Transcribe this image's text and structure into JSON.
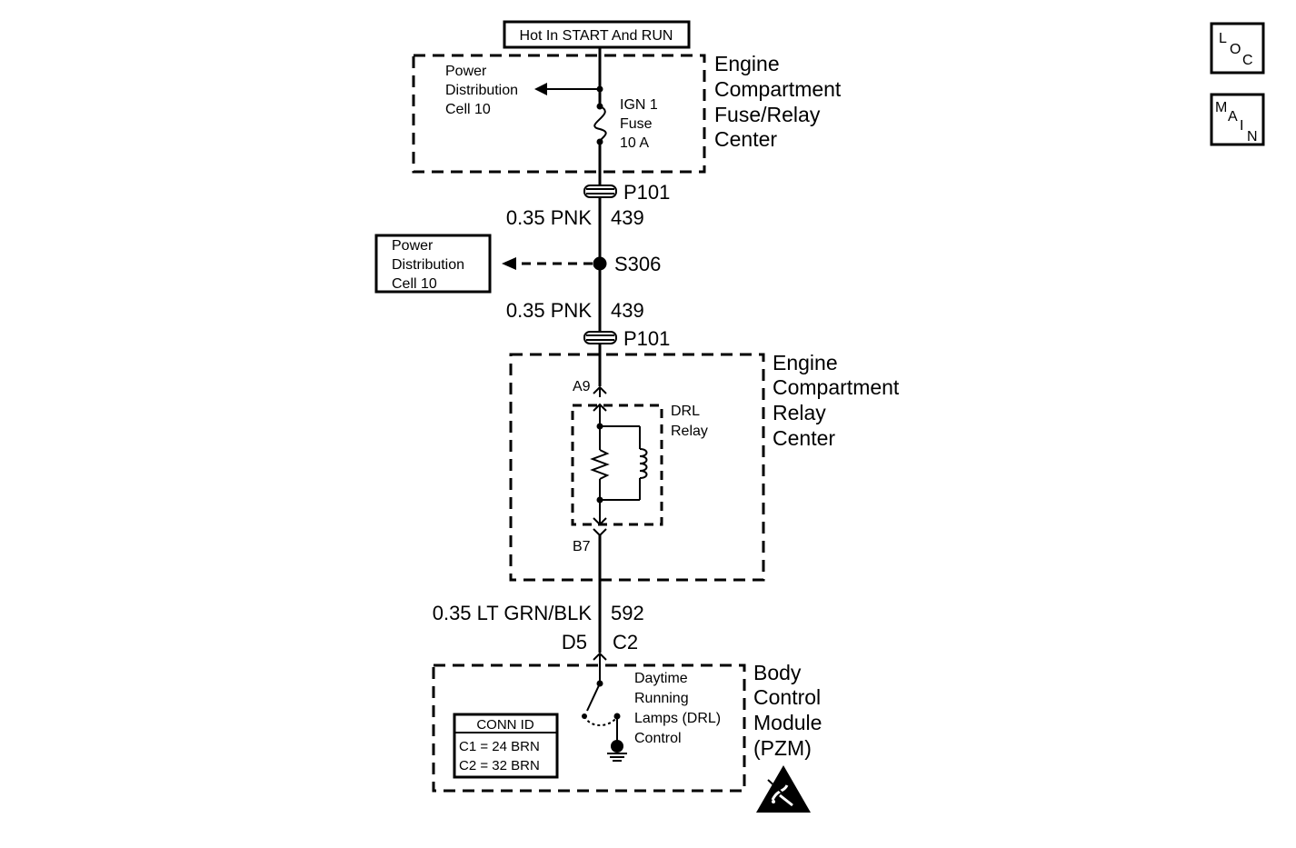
{
  "power_source": "Hot In START And RUN",
  "fuse_relay_center": {
    "title_lines": [
      "Engine",
      "Compartment",
      "Fuse/Relay",
      "Center"
    ],
    "power_dist_lines": [
      "Power",
      "Distribution",
      "Cell 10"
    ],
    "fuse_lines": [
      "IGN 1",
      "Fuse",
      "10 A"
    ]
  },
  "connectors": {
    "upper": "P101",
    "lower": "P101"
  },
  "wires": {
    "upper": {
      "gauge_color": "0.35 PNK",
      "circuit": "439"
    },
    "middle": {
      "gauge_color": "0.35 PNK",
      "circuit": "439"
    },
    "lower": {
      "gauge_color": "0.35 LT GRN/BLK",
      "circuit": "592"
    }
  },
  "splice": {
    "id": "S306",
    "ref_lines": [
      "Power",
      "Distribution",
      "Cell 10"
    ]
  },
  "relay_center": {
    "title_lines": [
      "Engine",
      "Compartment",
      "Relay",
      "Center"
    ],
    "pin_top": "A9",
    "pin_bottom": "B7",
    "relay_lines": [
      "DRL",
      "Relay"
    ]
  },
  "bcm": {
    "pin_left": "D5",
    "pin_right": "C2",
    "title_lines": [
      "Body",
      "Control",
      "Module",
      "(PZM)"
    ],
    "control_lines": [
      "Daytime",
      "Running",
      "Lamps (DRL)",
      "Control"
    ],
    "conn_id": {
      "header": "CONN ID",
      "rows": [
        "C1 = 24 BRN",
        "C2 = 32 BRN"
      ]
    }
  },
  "nav": {
    "loc": {
      "l": "L",
      "o": "O",
      "c": "C"
    },
    "main": {
      "m": "M",
      "a": "A",
      "i": "I",
      "n": "N"
    }
  },
  "icons": {
    "esd": "esd-warning-icon"
  }
}
